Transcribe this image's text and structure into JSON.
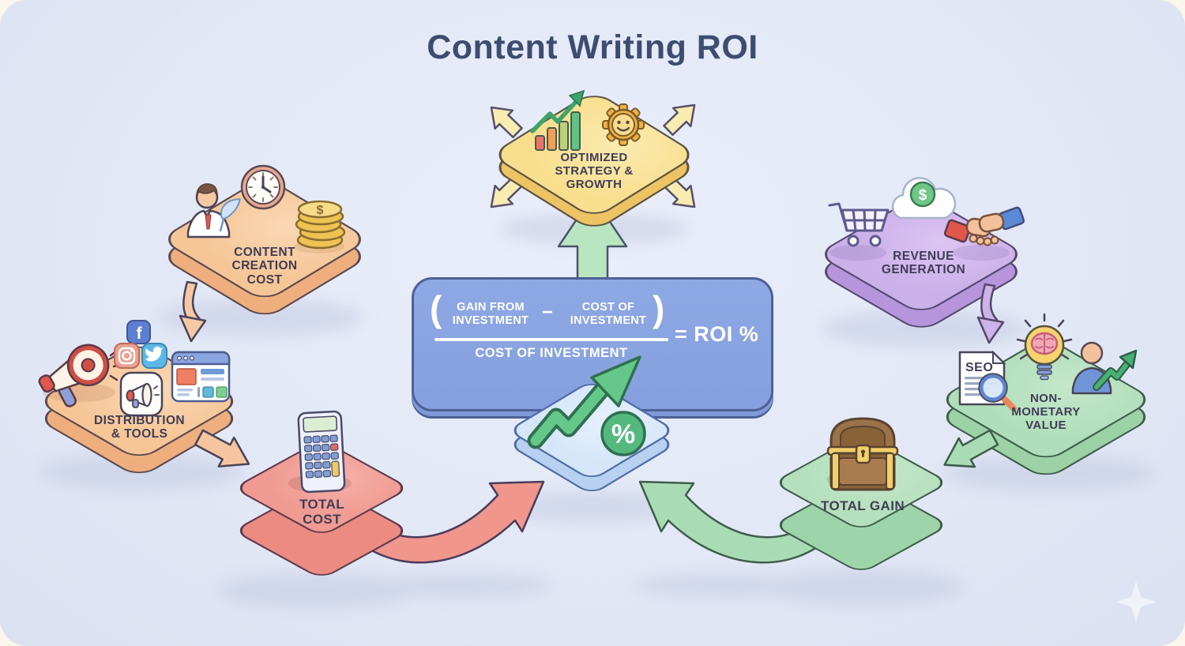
{
  "title": "Content Writing ROI",
  "formula": {
    "open_paren": "(",
    "close_paren": ")",
    "numerator_left": "GAIN FROM\nINVESTMENT",
    "minus": "−",
    "numerator_right": "COST OF\nINVESTMENT",
    "denominator": "COST OF INVESTMENT",
    "result": "= ROI %"
  },
  "nodes": {
    "optimized_strategy": {
      "label": "OPTIMIZED\nSTRATEGY &\nGROWTH"
    },
    "content_creation": {
      "label": "CONTENT\nCREATION\nCOST"
    },
    "distribution": {
      "label": "DISTRIBUTION\n& TOOLS"
    },
    "total_cost": {
      "label": "TOTAL\nCOST"
    },
    "revenue": {
      "label": "REVENUE\nGENERATION"
    },
    "non_monetary": {
      "label": "NON-\nMONETARY\nVALUE"
    },
    "total_gain": {
      "label": "TOTAL GAIN"
    }
  },
  "icons": {
    "facebook_letter": "f",
    "seo_label": "SEO",
    "dollar_sign": "$",
    "percent_sign": "%"
  },
  "colors": {
    "background": "#e3e8f6",
    "title_text": "#3d4c70",
    "label_text": "#3f3d56",
    "formula_box": "#87a2e0",
    "yellow_platform": "#f8df8e",
    "orange_platform": "#f6c697",
    "red_platform": "#f09a91",
    "purple_platform": "#cbb0e9",
    "green_platform": "#b0deba",
    "blue_platform": "#d5e6f9",
    "green_arrow": "#a9dcb4",
    "red_arrow": "#f0968c"
  }
}
